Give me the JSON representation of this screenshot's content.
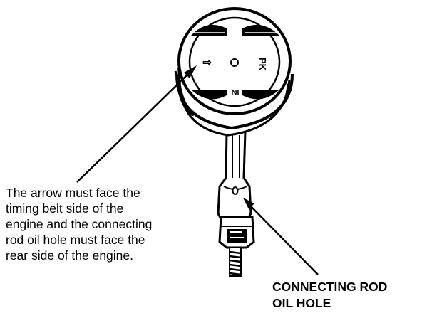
{
  "piston_marks": {
    "front_mark": "⇧",
    "part_mark": "PK",
    "intake_mark": "IN"
  },
  "instruction_note": {
    "lines": [
      "The arrow must face the",
      "timing belt side of the",
      "engine and the connecting",
      "rod oil hole must face the",
      "rear side of the engine."
    ]
  },
  "callout_label": {
    "lines": [
      "CONNECTING ROD",
      "OIL HOLE"
    ]
  },
  "colors": {
    "ink": "#000000",
    "paper": "#ffffff"
  }
}
